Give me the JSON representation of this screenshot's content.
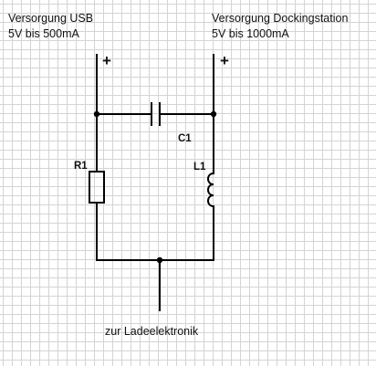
{
  "sources": {
    "usb": {
      "line1": "Versorgung USB",
      "line2": "5V bis 500mA",
      "polarity": "+"
    },
    "dock": {
      "line1": "Versorgung Dockingstation",
      "line2": "5V bis 1000mA",
      "polarity": "+"
    }
  },
  "components": {
    "c1": "C1",
    "r1": "R1",
    "l1": "L1"
  },
  "output": "zur Ladeelektronik",
  "colors": {
    "wire": "#000000",
    "grid": "#d4d4d4",
    "background": "#ffffff"
  }
}
